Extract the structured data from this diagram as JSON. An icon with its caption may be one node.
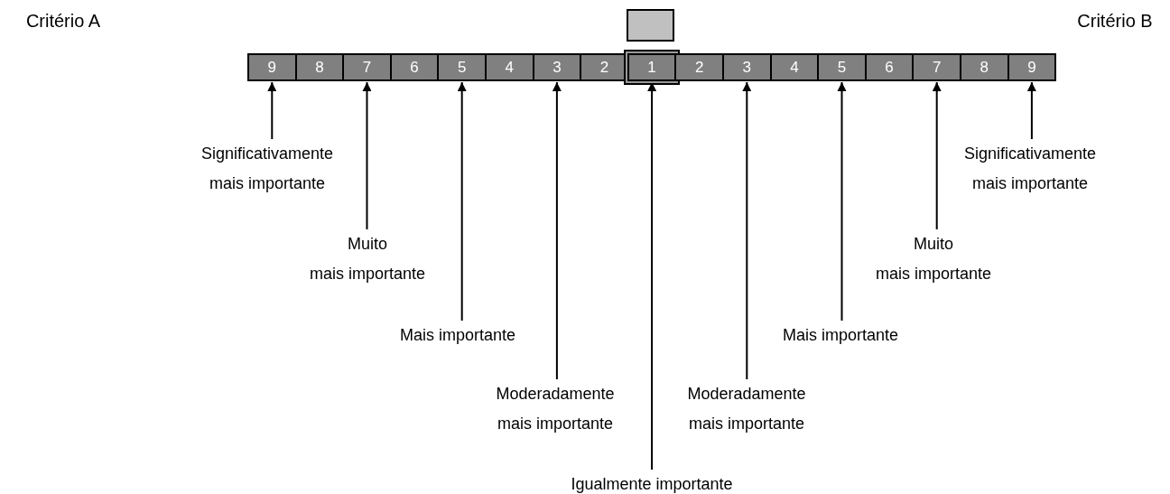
{
  "diagram": {
    "nodes": [
      {
        "text": [
          "Critério A"
        ]
      },
      {
        "text": [
          "Critério B"
        ]
      },
      {
        "text": [],
        "shape": "box"
      },
      {
        "text": [
          "9"
        ]
      },
      {
        "text": [
          "8"
        ]
      },
      {
        "text": [
          "7"
        ]
      },
      {
        "text": [
          "6"
        ]
      },
      {
        "text": [
          "5"
        ]
      },
      {
        "text": [
          "4"
        ]
      },
      {
        "text": [
          "3"
        ]
      },
      {
        "text": [
          "2"
        ]
      },
      {
        "text": [
          "1"
        ]
      },
      {
        "text": [
          "2"
        ]
      },
      {
        "text": [
          "3"
        ]
      },
      {
        "text": [
          "4"
        ]
      },
      {
        "text": [
          "5"
        ]
      },
      {
        "text": [
          "6"
        ]
      },
      {
        "text": [
          "7"
        ]
      },
      {
        "text": [
          "8"
        ]
      },
      {
        "text": [
          "9"
        ]
      },
      {
        "text": [
          "Significativamente mais importante"
        ]
      },
      {
        "text": [
          "Muito mais importante"
        ]
      },
      {
        "text": [
          "Mais importante"
        ]
      },
      {
        "text": [
          "Moderadamente mais importante"
        ]
      },
      {
        "text": [
          "Igualmente importante"
        ]
      },
      {
        "text": [
          "Moderadamente mais importante"
        ]
      },
      {
        "text": [
          "Mais importante"
        ]
      },
      {
        "text": [
          "Muito mais importante"
        ]
      },
      {
        "text": [
          "Significativamente mais importante"
        ]
      }
    ],
    "edges": [
      {
        "from": 20,
        "to": 3,
        "arrow": "to"
      },
      {
        "from": 21,
        "to": 5,
        "arrow": "to"
      },
      {
        "from": 22,
        "to": 7,
        "arrow": "to"
      },
      {
        "from": 23,
        "to": 9,
        "arrow": "to"
      },
      {
        "from": 24,
        "to": 11,
        "arrow": "to"
      },
      {
        "from": 25,
        "to": 13,
        "arrow": "to"
      },
      {
        "from": 26,
        "to": 15,
        "arrow": "to"
      },
      {
        "from": 27,
        "to": 17,
        "arrow": "to"
      },
      {
        "from": 28,
        "to": 19,
        "arrow": "to"
      }
    ]
  }
}
